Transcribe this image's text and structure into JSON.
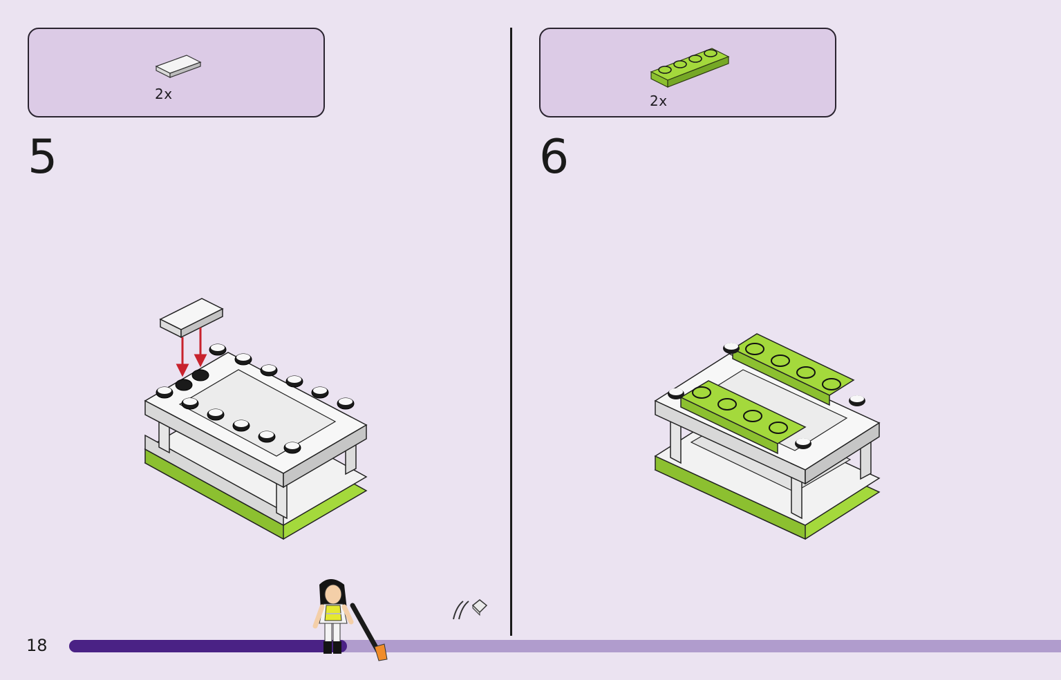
{
  "page": {
    "number": "18"
  },
  "steps": [
    {
      "number": "5",
      "parts": {
        "quantity": "2x",
        "part_icon": "white-tile-1x2-icon"
      }
    },
    {
      "number": "6",
      "parts": {
        "quantity": "2x",
        "part_icon": "lime-plate-1x4-icon"
      }
    }
  ],
  "progress": {
    "fraction": 0.28
  },
  "colors": {
    "background": "#ebe3f1",
    "parts_box": "#dccbe6",
    "progress_fill": "#4a2285",
    "progress_track": "#b09ccd",
    "lime": "#a4d93c",
    "arrow": "#c8222d"
  }
}
